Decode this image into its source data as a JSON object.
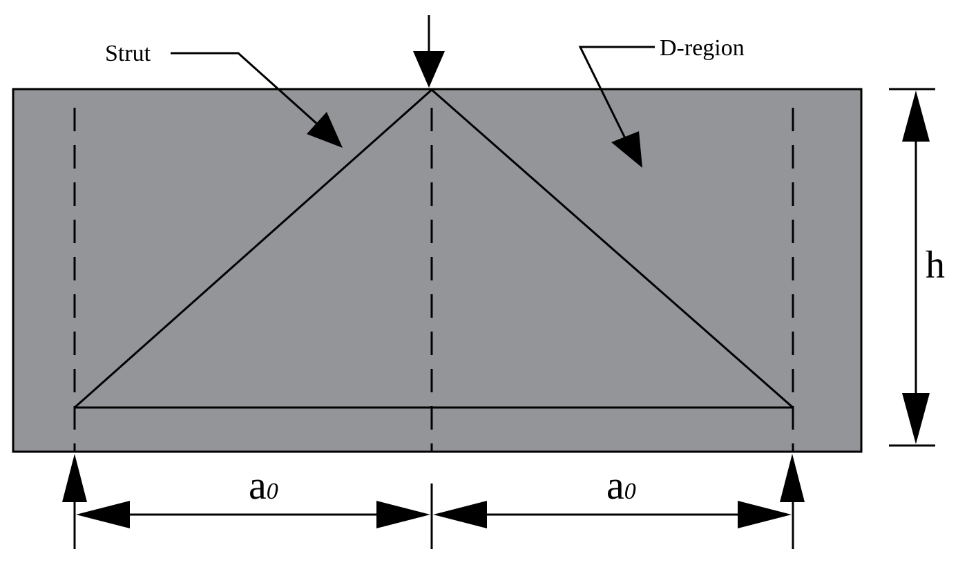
{
  "labels": {
    "strut": "Strut",
    "d_region": "D-region",
    "height": "h",
    "span_left": "a",
    "span_left_sub": "0",
    "span_right": "a",
    "span_right_sub": "0"
  },
  "colors": {
    "beam_fill": "#939598",
    "line": "#000000",
    "background": "#ffffff"
  }
}
